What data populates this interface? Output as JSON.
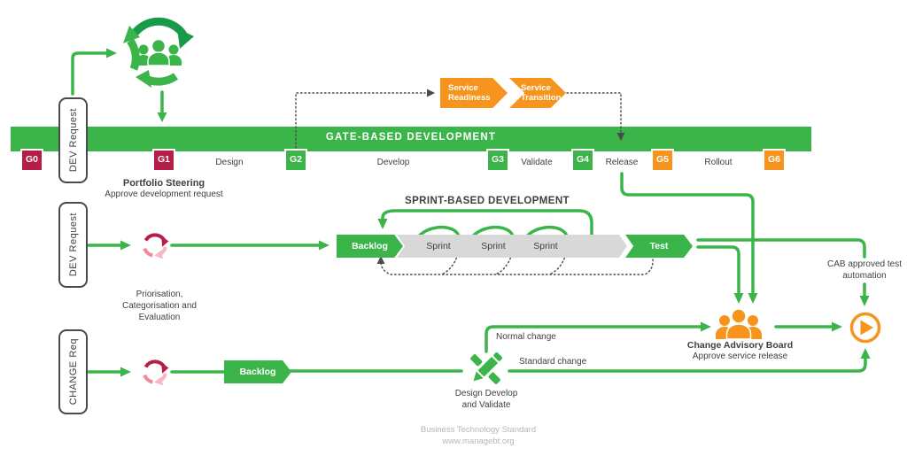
{
  "colors": {
    "green": "#3BB54A",
    "dark_green": "#189B48",
    "orange": "#F7941D",
    "crimson": "#B41E47",
    "pink": "#F2899B",
    "light_pink": "#F7B6C1",
    "gray_band": "#D8D8D8",
    "text": "#3F3F3F",
    "watermark": "#B6B6BA"
  },
  "gate_bar": {
    "title": "GATE-BASED DEVELOPMENT"
  },
  "gates": [
    {
      "label": "G0"
    },
    {
      "label": "G1"
    },
    {
      "label": "G2"
    },
    {
      "label": "G3"
    },
    {
      "label": "G4"
    },
    {
      "label": "G5"
    },
    {
      "label": "G6"
    }
  ],
  "phases": [
    "Design",
    "Develop",
    "Validate",
    "Release",
    "Rollout"
  ],
  "service_flow": {
    "readiness": "Service Readiness",
    "transition": "Service Transition"
  },
  "rows": {
    "dev1": "DEV Request",
    "dev2": "DEV Request",
    "change": "CHANGE Req"
  },
  "portfolio": {
    "title": "Portfolio Steering",
    "subtitle": "Approve development request"
  },
  "triage": {
    "text": "Priorisation, Categorisation and Evaluation"
  },
  "sprint": {
    "title": "SPRINT-BASED DEVELOPMENT",
    "backlog": "Backlog",
    "sprints": [
      "Sprint",
      "Sprint",
      "Sprint"
    ],
    "test": "Test"
  },
  "change_flow": {
    "backlog": "Backlog",
    "normal_label": "Normal change",
    "standard_label": "Standard change",
    "design_label": "Design Develop and Validate"
  },
  "cab": {
    "title": "Change Advisory Board",
    "subtitle": "Approve service release",
    "note": "CAB approved test automation"
  },
  "watermark": {
    "line1": "Business Technology Standard",
    "line2": "www.managebt.org"
  }
}
